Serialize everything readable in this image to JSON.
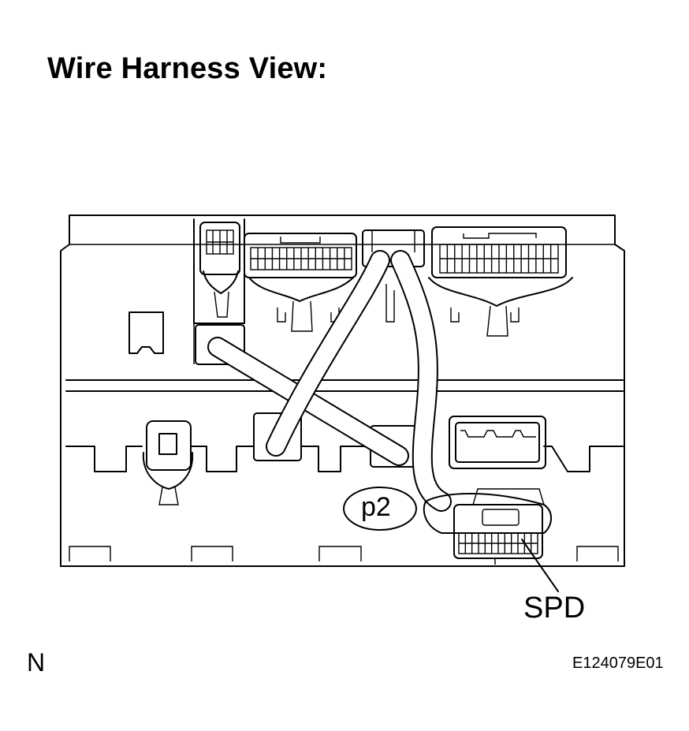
{
  "title": "Wire Harness View:",
  "connector_label": "SPD",
  "connector_code": "p2",
  "orientation_mark": "N",
  "figure_code": "E124079E01"
}
